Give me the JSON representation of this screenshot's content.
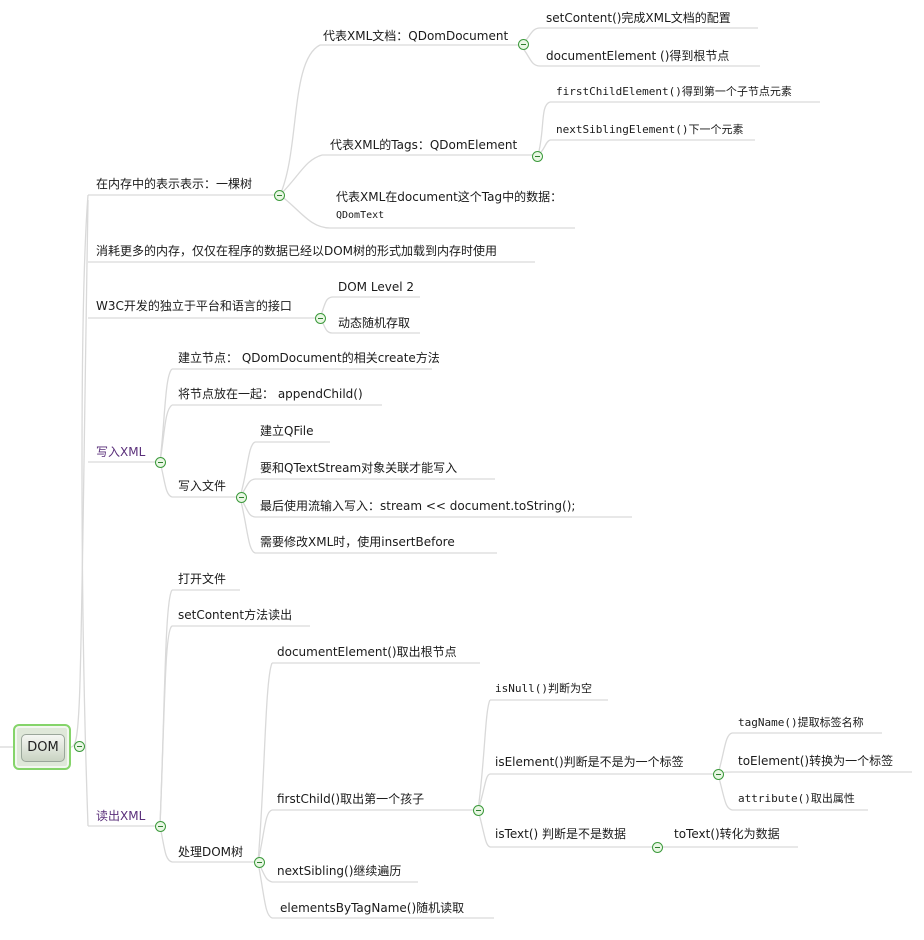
{
  "root": {
    "label": "DOM"
  },
  "nodes": {
    "mem": "在内存中的表示表示：一棵树",
    "mem_doc": "代表XML文档：QDomDocument",
    "mem_doc_setcontent": "setContent()完成XML文档的配置",
    "mem_doc_docelem": "documentElement ()得到根节点",
    "mem_tags": "代表XML的Tags：QDomElement",
    "mem_tags_first": "firstChildElement()得到第一个子节点元素",
    "mem_tags_next": "nextSiblingElement()下一个元素",
    "mem_text_line1": "代表XML在document这个Tag中的数据：",
    "mem_text_line2": "QDomText",
    "consume": "消耗更多的内存，仅仅在程序的数据已经以DOM树的形式加载到内存时使用",
    "w3c": "W3C开发的独立于平台和语言的接口",
    "w3c_level": "DOM Level 2",
    "w3c_random": "动态随机存取",
    "write": "写入XML",
    "write_create": "建立节点： QDomDocument的相关create方法",
    "write_append": "将节点放在一起： appendChild()",
    "write_file": "写入文件",
    "write_file_qfile": "建立QFile",
    "write_file_stream": "要和QTextStream对象关联才能写入",
    "write_file_output": "最后使用流输入写入：stream << document.toString();",
    "write_file_insert": "需要修改XML时，使用insertBefore",
    "read": "读出XML",
    "read_open": "打开文件",
    "read_setcontent": "setContent方法读出",
    "read_process": "处理DOM树",
    "read_docelem": "documentElement()取出根节点",
    "read_firstchild": "firstChild()取出第一个孩子",
    "read_isnull": "isNull()判断为空",
    "read_iselement": "isElement()判断是不是为一个标签",
    "read_tagname": "tagName()提取标签名称",
    "read_toelement": "toElement()转换为一个标签",
    "read_attribute": "attribute()取出属性",
    "read_istext": "isText() 判断是不是数据",
    "read_totext": "toText()转化为数据",
    "read_nextsibling": "nextSibling()继续遍历",
    "read_bytagname": "elementsByTagName()随机读取"
  },
  "colors": {
    "edge": "#d9d9d9",
    "toggle": "#3c9a3c",
    "root_border": "#85d46a",
    "purple_text": "#5a2f7a"
  }
}
